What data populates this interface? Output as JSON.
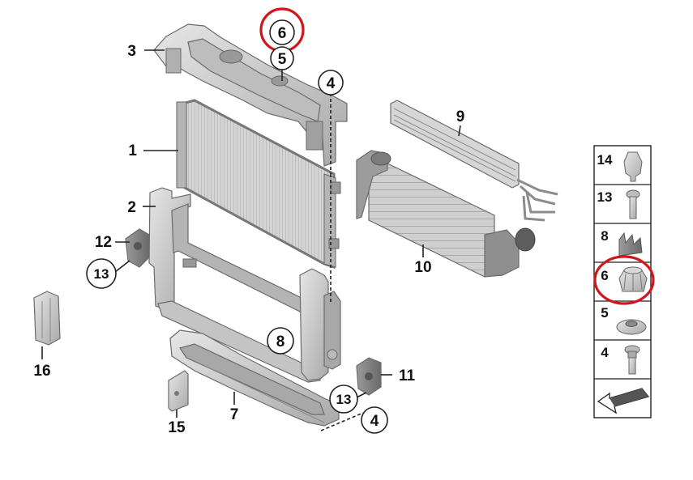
{
  "callouts": {
    "c1": "1",
    "c2": "2",
    "c3": "3",
    "c4_top": "4",
    "c5_top": "5",
    "c6_top": "6",
    "c7": "7",
    "c8": "8",
    "c9": "9",
    "c10": "10",
    "c11": "11",
    "c12": "12",
    "c13_left": "13",
    "c13_bottom": "13",
    "c15": "15",
    "c16": "16",
    "c4_bottom": "4"
  },
  "legend": {
    "items": [
      {
        "label": "14"
      },
      {
        "label": "13"
      },
      {
        "label": "8"
      },
      {
        "label": "6"
      },
      {
        "label": "5"
      },
      {
        "label": "4"
      }
    ]
  },
  "colors": {
    "highlight": "#d0161b",
    "part_fill": "#c9c9c9",
    "part_dark": "#8a8a8a"
  }
}
